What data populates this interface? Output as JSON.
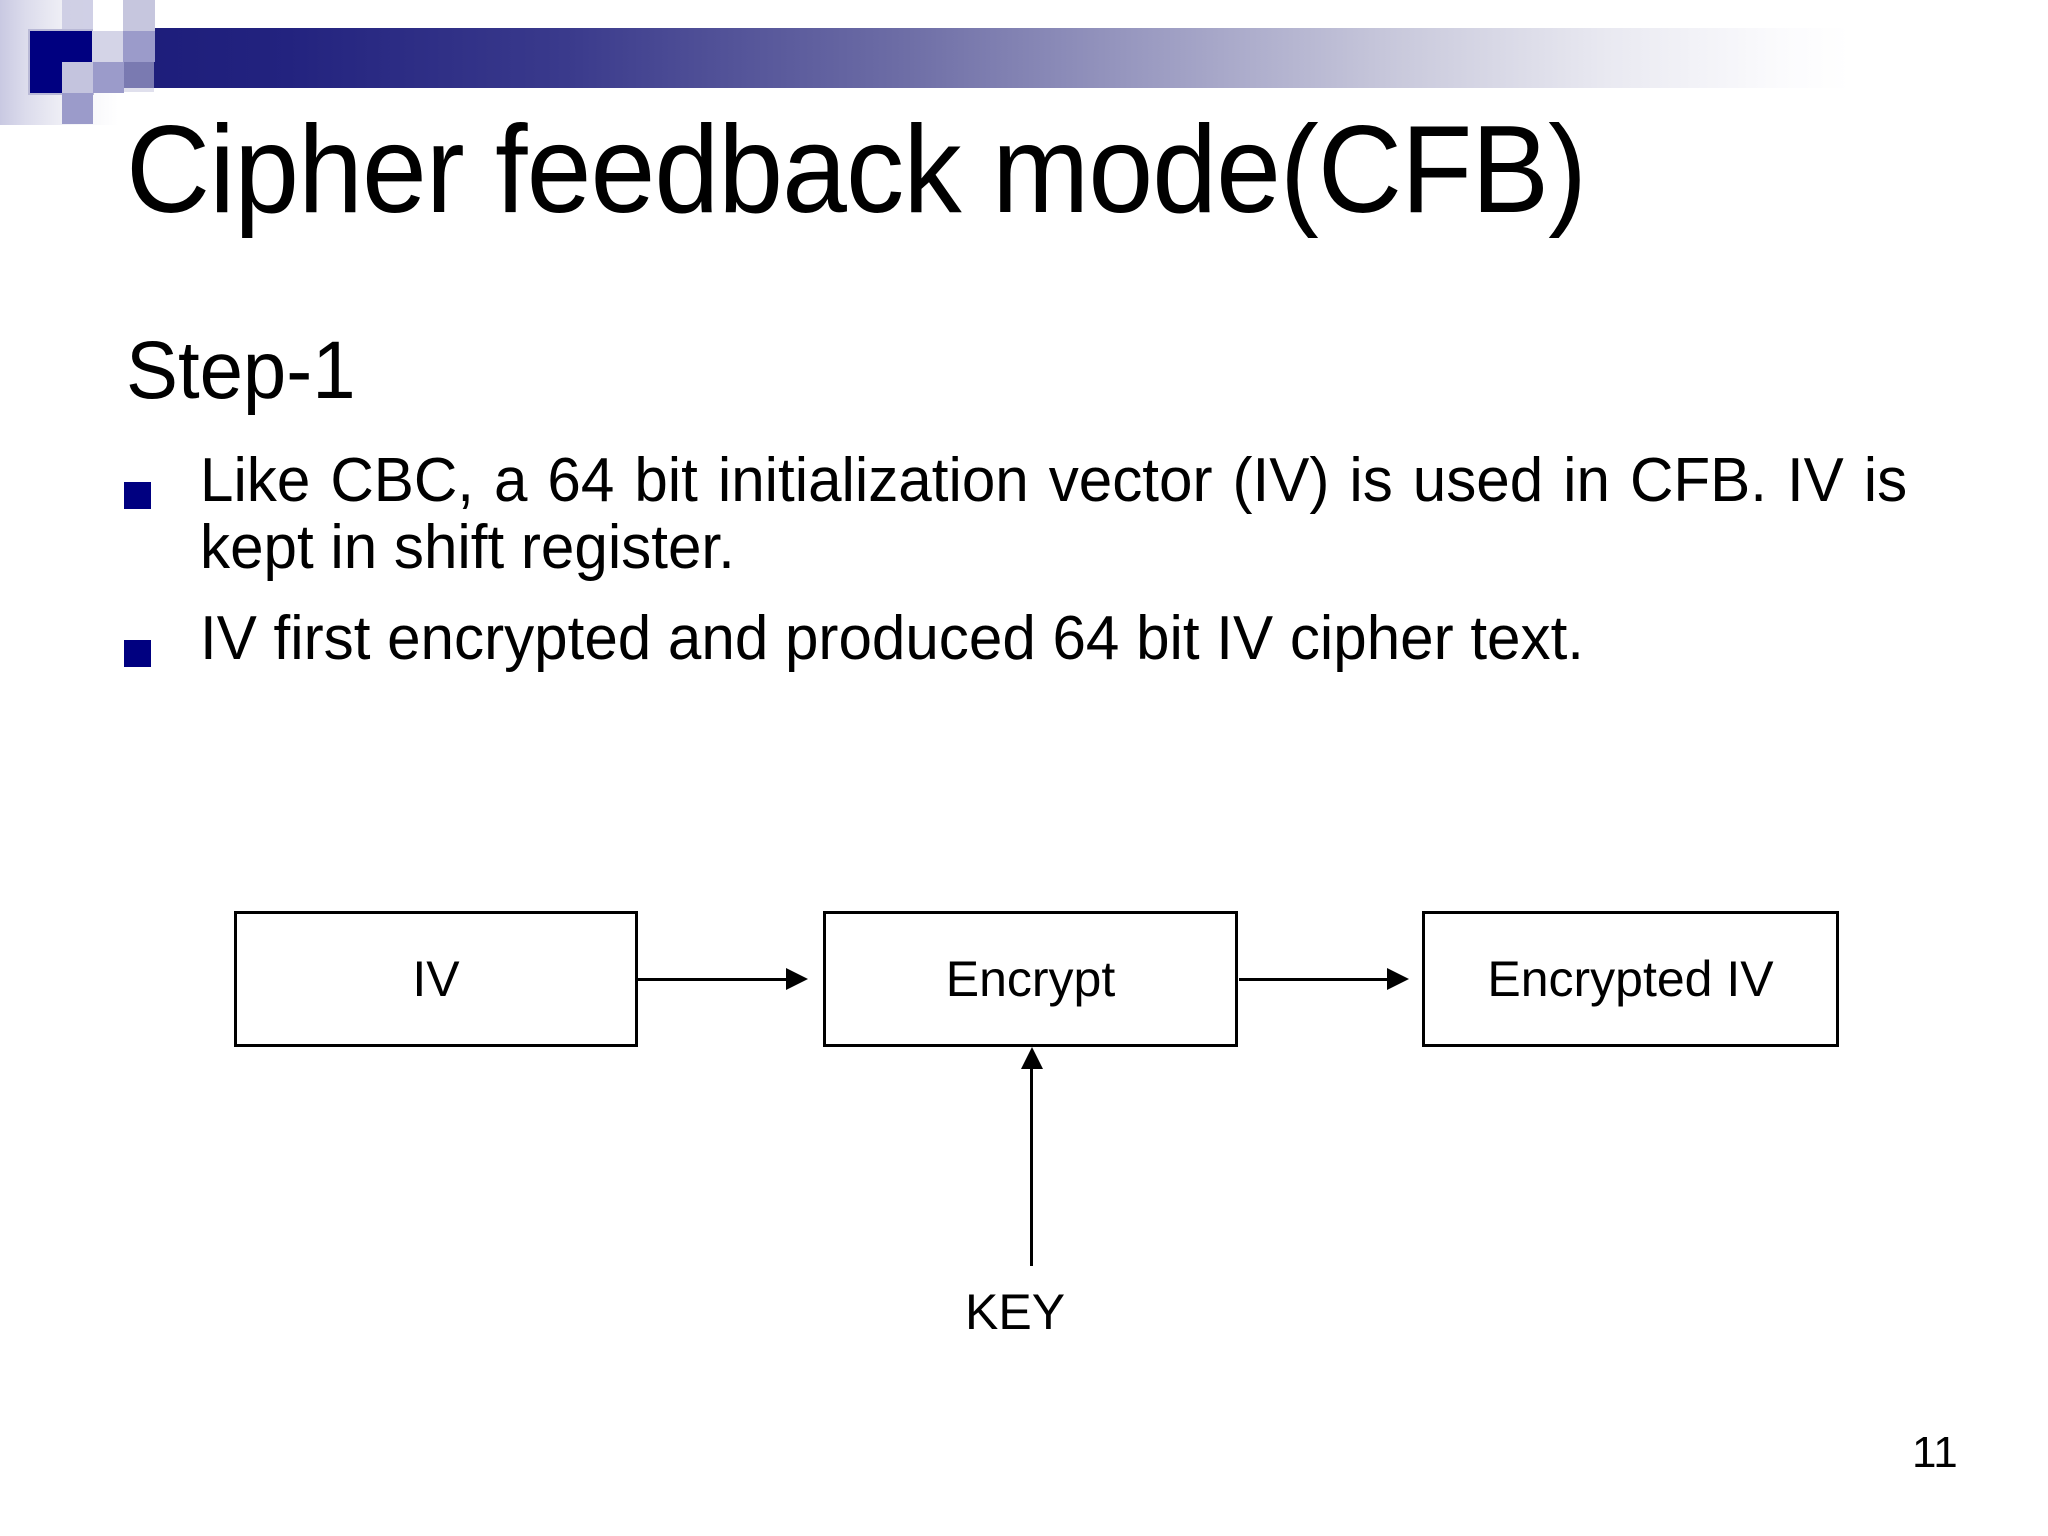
{
  "slide": {
    "title": "Cipher feedback mode(CFB)",
    "page_number": "11",
    "section_heading": "Step-1",
    "bullets": [
      "Like CBC, a 64 bit initialization vector (IV) is used in CFB. IV is kept in shift register.",
      "IV first encrypted and produced 64 bit IV cipher text."
    ]
  },
  "diagram": {
    "boxes": [
      {
        "id": "iv",
        "label": "IV"
      },
      {
        "id": "encrypt",
        "label": "Encrypt"
      },
      {
        "id": "encrypted-iv",
        "label": "Encrypted IV"
      }
    ],
    "key_label": "KEY"
  },
  "colors": {
    "bullet_marker": "#000080",
    "banner_dark": "#1c1c7a",
    "banner_light": "#ffffff",
    "text": "#000000",
    "mosaic_accent": "#000080",
    "mosaic_mid": "#9b9bca",
    "mosaic_pale": "#c9c9e2"
  }
}
